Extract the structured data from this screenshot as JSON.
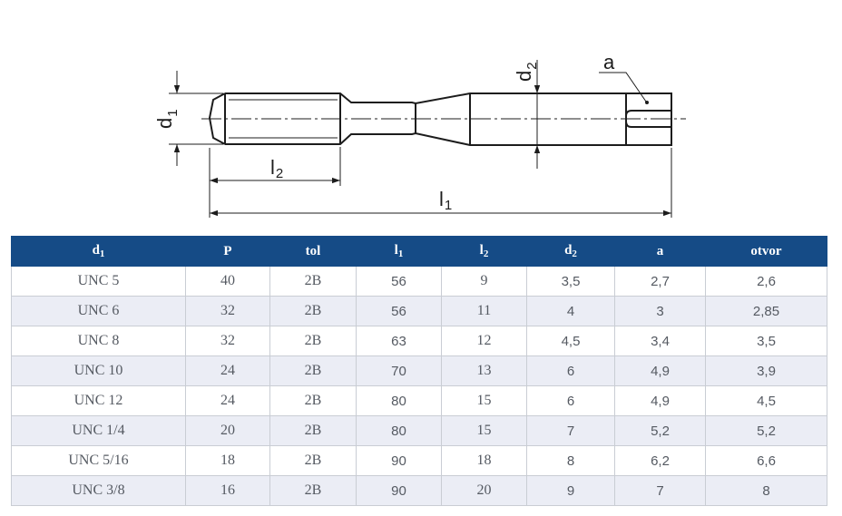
{
  "drawing": {
    "labels": {
      "d1_main": "d",
      "d1_sub": "1",
      "l2_main": "l",
      "l2_sub": "2",
      "l1_main": "l",
      "l1_sub": "1",
      "d2_main": "d",
      "d2_sub": "2",
      "a": "a"
    }
  },
  "table": {
    "headers": [
      {
        "main": "d",
        "sub": "1"
      },
      {
        "main": "P",
        "sub": ""
      },
      {
        "main": "tol",
        "sub": ""
      },
      {
        "main": "l",
        "sub": "1"
      },
      {
        "main": "l",
        "sub": "2"
      },
      {
        "main": "d",
        "sub": "2"
      },
      {
        "main": "a",
        "sub": ""
      },
      {
        "main": "otvor",
        "sub": ""
      }
    ],
    "rows": [
      [
        "UNC 5",
        "40",
        "2B",
        "56",
        "9",
        "3,5",
        "2,7",
        "2,6"
      ],
      [
        "UNC 6",
        "32",
        "2B",
        "56",
        "11",
        "4",
        "3",
        "2,85"
      ],
      [
        "UNC 8",
        "32",
        "2B",
        "63",
        "12",
        "4,5",
        "3,4",
        "3,5"
      ],
      [
        "UNC 10",
        "24",
        "2B",
        "70",
        "13",
        "6",
        "4,9",
        "3,9"
      ],
      [
        "UNC 12",
        "24",
        "2B",
        "80",
        "15",
        "6",
        "4,9",
        "4,5"
      ],
      [
        "UNC 1/4",
        "20",
        "2B",
        "80",
        "15",
        "7",
        "5,2",
        "5,2"
      ],
      [
        "UNC 5/16",
        "18",
        "2B",
        "90",
        "18",
        "8",
        "6,2",
        "6,6"
      ],
      [
        "UNC 3/8",
        "16",
        "2B",
        "90",
        "20",
        "9",
        "7",
        "8"
      ]
    ]
  },
  "colors": {
    "header_bg": "#154b86",
    "header_text": "#ffffff",
    "alt_row_bg": "#ebedf5",
    "cell_text": "#555a62",
    "border": "#c9cdd4"
  }
}
